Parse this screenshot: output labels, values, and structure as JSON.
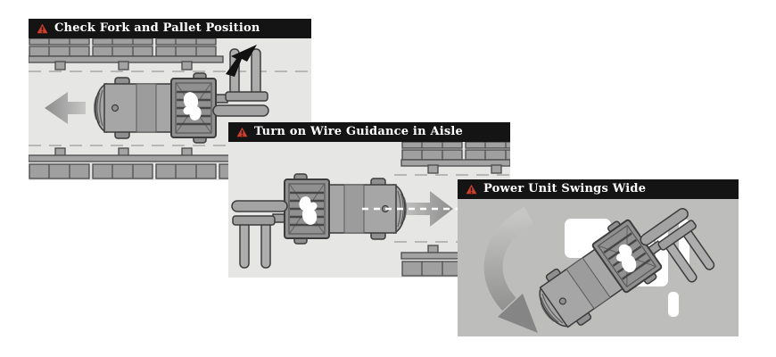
{
  "page": {
    "type": "forklift-safety-instructional-panels",
    "background": "#ffffff"
  },
  "colors": {
    "header_bg": "#141414",
    "warning_red": "#cf3e2b",
    "title_text": "#ffffff",
    "aisle": "#e6e6e4",
    "panel3_bg": "#bdbdbc",
    "rack_fill": "#a0a0a0",
    "rack_outline": "#4a4a4a",
    "truck_fill": "#a6a6a6",
    "truck_outline": "#3c3c3c",
    "arrow_dark": "#8c8c8c",
    "arrow_light": "#c9c9c8",
    "dash_line": "#b7b7b5",
    "ghost_white": "#ffffff",
    "pointer_black": "#111111"
  },
  "panels": [
    {
      "id": "check-fork-pallet-position",
      "title": "Check Fork and Pallet Position",
      "icon": "warning-triangle-icon",
      "illustration": "turret-truck-in-aisle-forks-raised-toward-rack, left direction arrow, black pointer at fork-pallet gap"
    },
    {
      "id": "turn-on-wire-guidance-in-aisle",
      "title": "Turn on Wire Guidance in Aisle",
      "icon": "warning-triangle-icon",
      "illustration": "turret-truck-entering-aisle, right direction arrow with white dashed guide wire, racking ahead"
    },
    {
      "id": "power-unit-swings-wide",
      "title": "Power Unit Swings Wide",
      "icon": "warning-triangle-icon",
      "illustration": "turret-truck-rotated-in-aisle over white rack silhouette, large curved swing arrow"
    }
  ]
}
